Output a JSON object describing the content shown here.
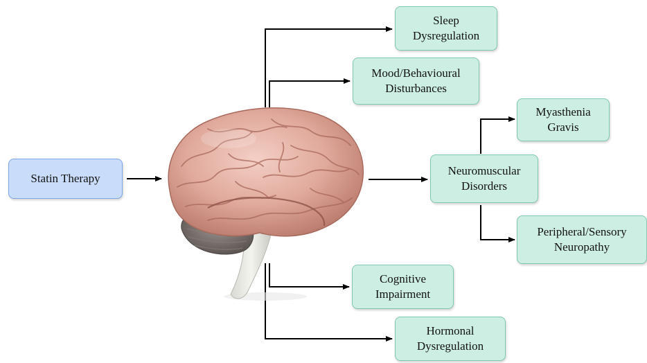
{
  "diagram": {
    "source": {
      "label": "Statin Therapy",
      "color": "#c9dcfa"
    },
    "hub_icon": "brain-illustration",
    "outcomes": {
      "sleep": "Sleep\nDysregulation",
      "mood": "Mood/Behavioural\nDisturbances",
      "neuromuscular": "Neuromuscular\nDisorders",
      "myasthenia": "Myasthenia\nGravis",
      "neuropathy": "Peripheral/Sensory\nNeuropathy",
      "cognitive": "Cognitive\nImpairment",
      "hormonal": "Hormonal\nDysregulation"
    },
    "colors": {
      "box_fill": "#cdeee2",
      "box_border": "#7fc8b0",
      "arrow": "#000000"
    }
  }
}
